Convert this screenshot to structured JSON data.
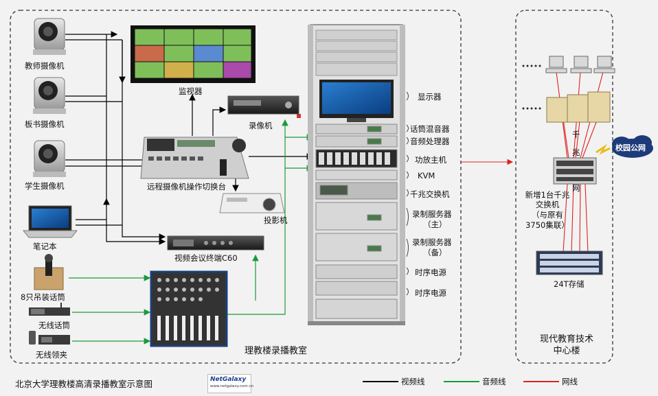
{
  "diagram": {
    "title": "北京大学理教楼高清录播教室示意图",
    "logo": {
      "name": "NetGalaxy",
      "sub": "www.netgalaxy.com.cn"
    },
    "regions": {
      "classroom": "理教楼录播教室",
      "center_line1": "现代教育技术",
      "center_line2": "中心楼"
    },
    "devices": {
      "teacher_camera": "教师摄像机",
      "board_camera": "板书摄像机",
      "student_camera": "学生摄像机",
      "laptop": "笔记本",
      "ceiling_mics": "8只吊装话筒",
      "wireless_mic": "无线话筒",
      "lavalier": "无线领夹",
      "monitor": "监视器",
      "recorder": "录像机",
      "switcher": "远程摄像机操作切换台",
      "projector": "投影机",
      "video_conf": "视频会议终端C60"
    },
    "rack": [
      "显示器",
      "话筒混音器",
      "音频处理器",
      "功放主机",
      "KVM",
      "千兆交换机",
      "录制服务器",
      "（主）",
      "录制服务器",
      "（备）",
      "时序电源",
      "时序电源"
    ],
    "center": {
      "switch_label": [
        "新增1台千兆",
        "交换机",
        "（与原有",
        "3750集联）"
      ],
      "storage": "24T存储",
      "campus_net": "校园公网",
      "gigabit_net": [
        "千",
        "兆",
        "网"
      ]
    },
    "legend": [
      {
        "label": "视频线",
        "color": "#000000"
      },
      {
        "label": "音频线",
        "color": "#1a9a3a"
      },
      {
        "label": "网线",
        "color": "#e02020"
      }
    ]
  }
}
